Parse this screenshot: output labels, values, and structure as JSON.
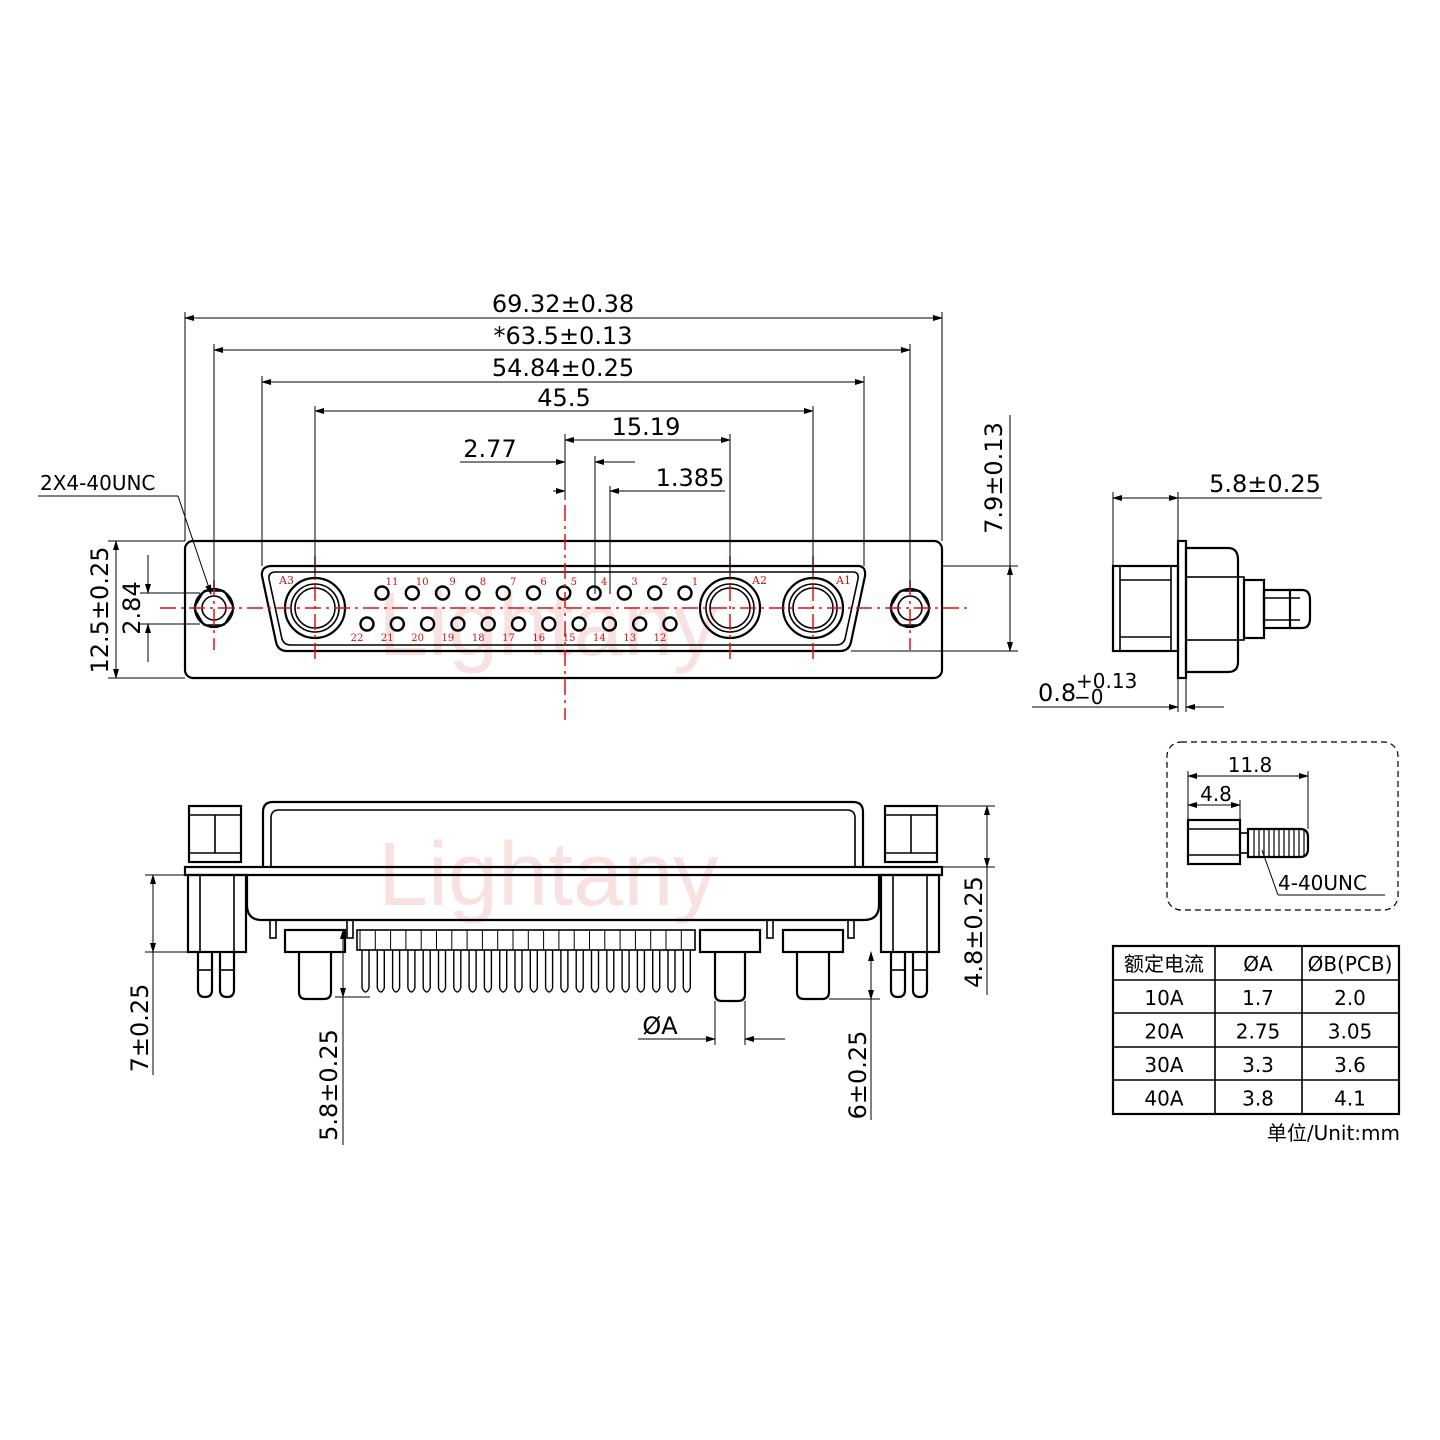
{
  "watermark": "Lightany",
  "front_view": {
    "thread_callout": "2X4-40UNC",
    "dims": {
      "overall_width": "69.32±0.38",
      "mount_hole_pitch": "*63.5±0.13",
      "shell_width": "54.84±0.25",
      "power_contact_span": "45.5",
      "center_to_a2": "15.19",
      "pitch": "2.77",
      "half_pitch": "1.385",
      "height": "12.5±0.25",
      "row_spacing": "2.84",
      "right_height": "7.9±0.13"
    },
    "top_row_pins": [
      "11",
      "10",
      "9",
      "8",
      "7",
      "6",
      "5",
      "4",
      "3",
      "2",
      "1"
    ],
    "bottom_row_pins": [
      "22",
      "21",
      "20",
      "19",
      "18",
      "17",
      "16",
      "15",
      "14",
      "13",
      "12"
    ],
    "power_contacts": [
      "A3",
      "A2",
      "A1"
    ]
  },
  "side_view": {
    "depth": "5.8±0.25",
    "flange_thickness_nominal": "0.8",
    "flange_tol_plus": "+0.13",
    "flange_tol_minus": "−0"
  },
  "screw_detail": {
    "length": "11.8",
    "hex_length": "4.8",
    "thread": "4-40UNC"
  },
  "bottom_view": {
    "diameter_label": "ØA",
    "dims": {
      "left_post": "7±0.25",
      "signal_pin": "5.8±0.25",
      "power_pin": "6±0.25",
      "right_post": "4.8±0.25"
    }
  },
  "current_table": {
    "headers": [
      "额定电流",
      "ØA",
      "ØB(PCB)"
    ],
    "rows": [
      [
        "10A",
        "1.7",
        "2.0"
      ],
      [
        "20A",
        "2.75",
        "3.05"
      ],
      [
        "30A",
        "3.3",
        "3.6"
      ],
      [
        "40A",
        "3.8",
        "4.1"
      ]
    ],
    "unit_note": "单位/Unit:mm"
  }
}
